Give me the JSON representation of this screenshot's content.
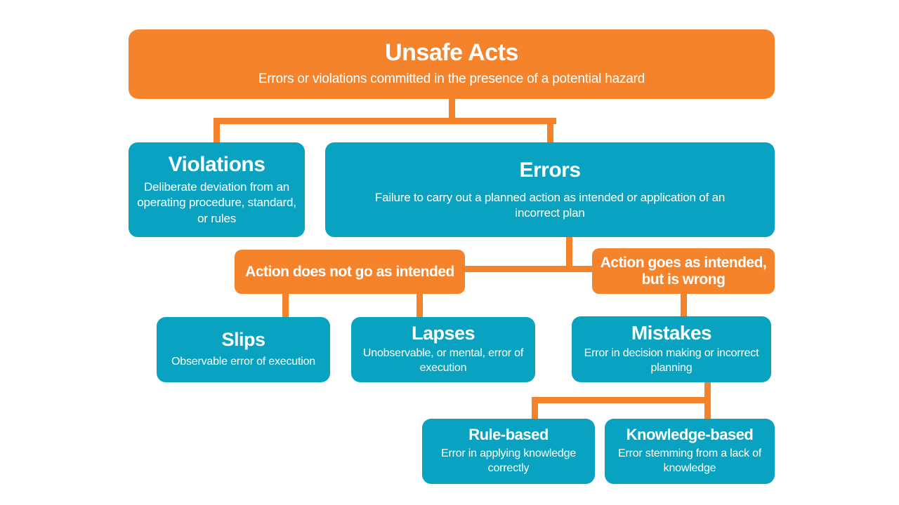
{
  "colors": {
    "orange": "#F5832B",
    "teal": "#09A2C1",
    "background": "#FFFFFF",
    "text": "#FFFFFF"
  },
  "nodes": {
    "unsafe_acts": {
      "title": "Unsafe Acts",
      "body": "Errors or violations committed in the presence of a potential hazard"
    },
    "violations": {
      "title": "Violations",
      "body": "Deliberate deviation from an operating procedure, standard, or rules"
    },
    "errors": {
      "title": "Errors",
      "body": "Failure to carry out a planned action as intended or application of an incorrect plan"
    },
    "action_not_intended": {
      "title": "Action does not go as intended"
    },
    "action_intended_wrong": {
      "title": "Action goes as intended, but is wrong"
    },
    "slips": {
      "title": "Slips",
      "body": "Observable error of execution"
    },
    "lapses": {
      "title": "Lapses",
      "body": "Unobservable, or mental, error of execution"
    },
    "mistakes": {
      "title": "Mistakes",
      "body": "Error in decision making or incorrect planning"
    },
    "rule_based": {
      "title": "Rule-based",
      "body": "Error in applying knowledge correctly"
    },
    "knowledge_based": {
      "title": "Knowledge-based",
      "body": "Error stemming from a lack of knowledge"
    }
  }
}
